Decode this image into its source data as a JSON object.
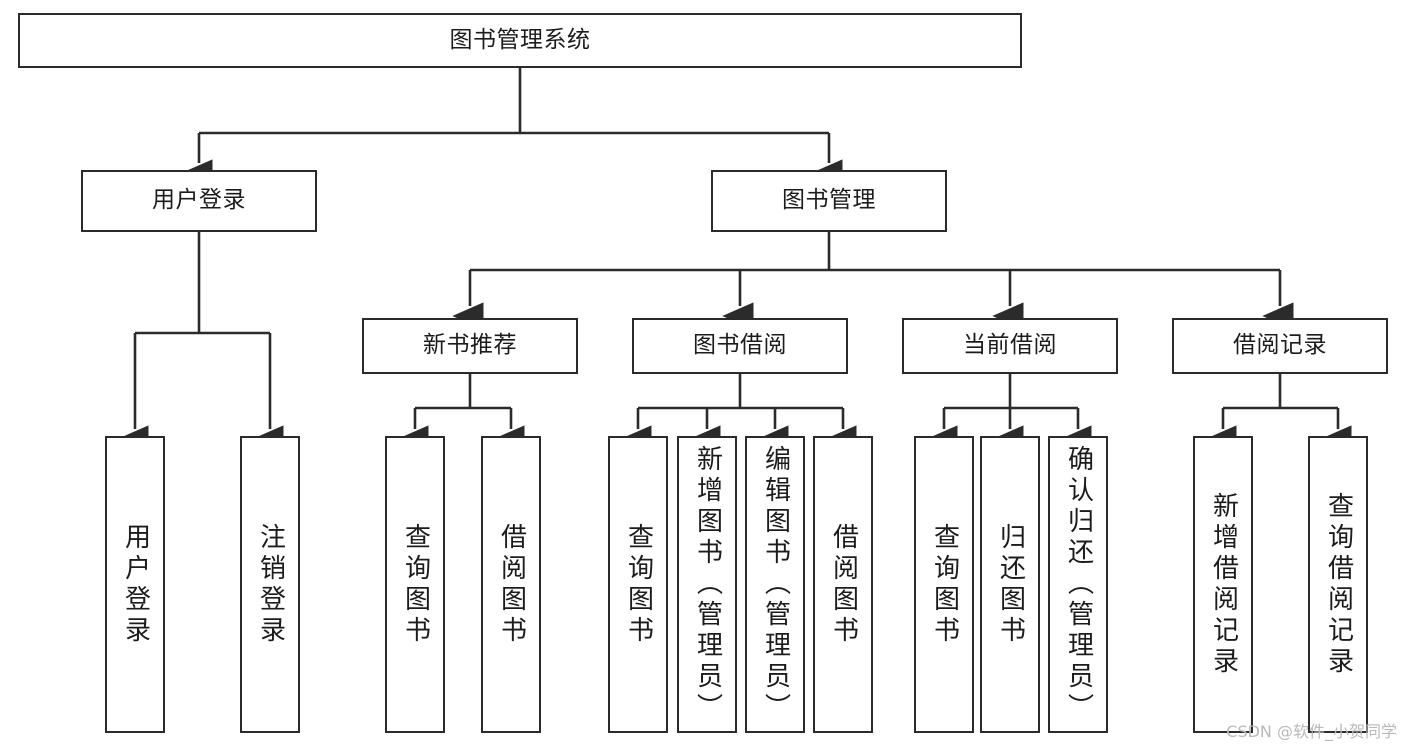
{
  "diagram": {
    "title": "图书管理系统",
    "type": "tree-hierarchy-chart",
    "colors": {
      "box_border": "#2b2b2b",
      "box_fill": "#ffffff",
      "connector": "#2b2b2b",
      "text": "#1c1c1c",
      "watermark": "#b9b9b9",
      "background": "#ffffff"
    },
    "root": {
      "label": "图书管理系统",
      "orientation": "horizontal"
    },
    "level2": [
      {
        "id": "user-login",
        "label": "用户登录",
        "orientation": "horizontal"
      },
      {
        "id": "book-manage",
        "label": "图书管理",
        "orientation": "horizontal"
      }
    ],
    "level3": [
      {
        "id": "new-book-rec",
        "label": "新书推荐",
        "orientation": "horizontal",
        "parent": "book-manage"
      },
      {
        "id": "book-borrow",
        "label": "图书借阅",
        "orientation": "horizontal",
        "parent": "book-manage"
      },
      {
        "id": "current-borrow",
        "label": "当前借阅",
        "orientation": "horizontal",
        "parent": "book-manage"
      },
      {
        "id": "borrow-record",
        "label": "借阅记录",
        "orientation": "horizontal",
        "parent": "book-manage"
      }
    ],
    "leaves": [
      {
        "id": "leaf-user-login",
        "label": "用户登录",
        "parent": "user-login"
      },
      {
        "id": "leaf-logout-login",
        "label": "注销登录",
        "parent": "user-login"
      },
      {
        "id": "leaf-query-book-1",
        "label": "查询图书",
        "parent": "new-book-rec"
      },
      {
        "id": "leaf-borrow-book-1",
        "label": "借阅图书",
        "parent": "new-book-rec"
      },
      {
        "id": "leaf-query-book-2",
        "label": "查询图书",
        "parent": "book-borrow"
      },
      {
        "id": "leaf-add-book",
        "label": "新增图书（管理员）",
        "parent": "book-borrow"
      },
      {
        "id": "leaf-edit-book",
        "label": "编辑图书（管理员）",
        "parent": "book-borrow"
      },
      {
        "id": "leaf-borrow-book-2",
        "label": "借阅图书",
        "parent": "book-borrow"
      },
      {
        "id": "leaf-query-book-3",
        "label": "查询图书",
        "parent": "current-borrow"
      },
      {
        "id": "leaf-return-book",
        "label": "归还图书",
        "parent": "current-borrow"
      },
      {
        "id": "leaf-confirm-return",
        "label": "确认归还（管理员）",
        "parent": "current-borrow"
      },
      {
        "id": "leaf-add-record",
        "label": "新增借阅记录",
        "parent": "borrow-record"
      },
      {
        "id": "leaf-query-record",
        "label": "查询借阅记录",
        "parent": "borrow-record"
      }
    ],
    "watermark": "CSDN @软件_小贺同学"
  }
}
